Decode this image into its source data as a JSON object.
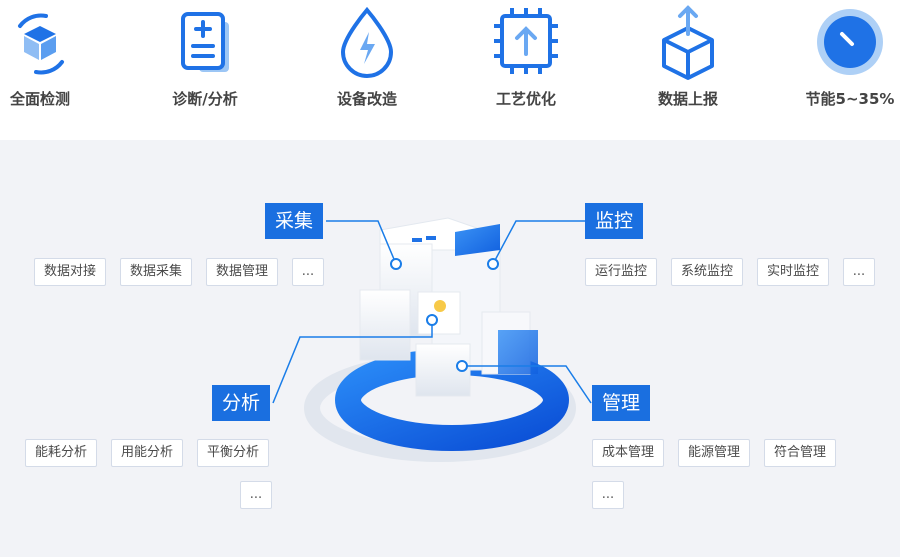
{
  "features": [
    {
      "label": "全面检测",
      "icon": "cube-scan-icon"
    },
    {
      "label": "诊断/分析",
      "icon": "diagnosis-document-icon"
    },
    {
      "label": "设备改造",
      "icon": "water-drop-bolt-icon"
    },
    {
      "label": "工艺优化",
      "icon": "chip-upload-icon"
    },
    {
      "label": "数据上报",
      "icon": "box-upload-icon"
    },
    {
      "label": "节能5~35%",
      "icon": "gauge-icon"
    }
  ],
  "categories": {
    "collect": {
      "title": "采集",
      "tags": [
        "数据对接",
        "数据采集",
        "数据管理",
        "..."
      ]
    },
    "monitor": {
      "title": "监控",
      "tags": [
        "运行监控",
        "系统监控",
        "实时监控",
        "..."
      ]
    },
    "analyze": {
      "title": "分析",
      "tags": [
        "能耗分析",
        "用能分析",
        "平衡分析",
        "..."
      ]
    },
    "manage": {
      "title": "管理",
      "tags": [
        "成本管理",
        "能源管理",
        "符合管理",
        "..."
      ]
    }
  },
  "colors": {
    "accent": "#1a6fe0",
    "icon_blue": "#1f72e6",
    "background": "#f2f3f7"
  }
}
